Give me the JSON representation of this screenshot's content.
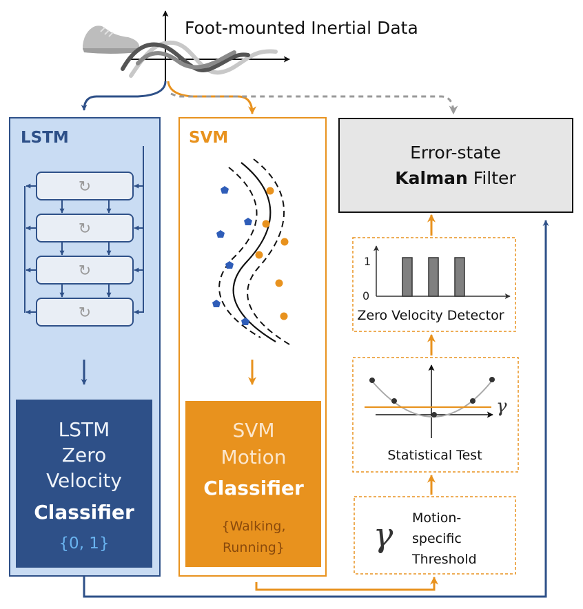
{
  "header": {
    "title": "Foot-mounted Inertial Data"
  },
  "lstm": {
    "label": "LSTM",
    "classifier_lines": [
      "LSTM",
      "Zero",
      "Velocity"
    ],
    "classifier_bold": "Classifier",
    "classifier_output": "{0, 1}"
  },
  "svm": {
    "label": "SVM",
    "classifier_lines": [
      "SVM",
      "Motion"
    ],
    "classifier_bold": "Classifier",
    "classifier_output_lines": [
      "{Walking,",
      "Running}"
    ]
  },
  "kalman": {
    "line1": "Error-state",
    "bold": "Kalman",
    "rest": " Filter"
  },
  "zvd": {
    "label": "Zero Velocity Detector",
    "tick_one": "1",
    "tick_zero": "0",
    "bars": [
      1,
      1,
      1
    ]
  },
  "stat": {
    "label": "Statistical Test",
    "gamma": "γ"
  },
  "threshold": {
    "gamma": "γ",
    "lines": [
      "Motion-",
      "specific",
      "Threshold"
    ]
  },
  "colors": {
    "lstm_dark": "#2e5088",
    "lstm_light": "#c9dcf3",
    "lstm_output": "#6ab4f0",
    "svm_orange": "#e8921e",
    "svm_output": "#8a4a0c",
    "gray_arrow": "#9a9a9a",
    "kalman_fill": "#e6e6e6"
  }
}
